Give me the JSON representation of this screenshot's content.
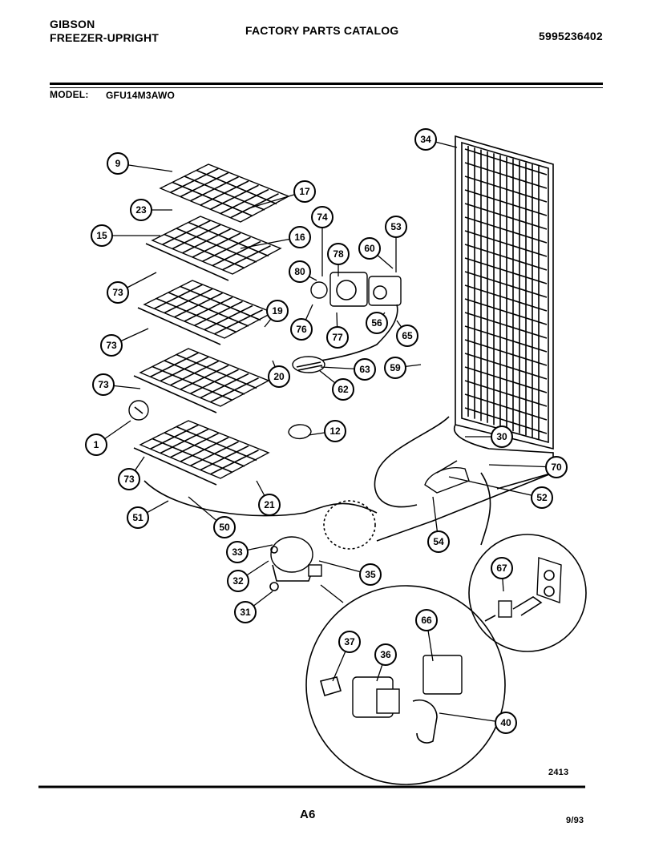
{
  "header": {
    "brand": "GIBSON",
    "product": "FREEZER-UPRIGHT",
    "catalog_title": "FACTORY PARTS CATALOG",
    "catalog_number": "5995236402",
    "model_label": "MODEL:",
    "model_value": "GFU14M3AWO"
  },
  "footer": {
    "diagram_code": "2413",
    "page": "A6",
    "date": "9/93"
  },
  "callouts": [
    "9",
    "23",
    "15",
    "73",
    "17",
    "16",
    "74",
    "78",
    "60",
    "53",
    "80",
    "19",
    "76",
    "77",
    "56",
    "65",
    "73",
    "63",
    "59",
    "20",
    "62",
    "73",
    "1",
    "12",
    "30",
    "73",
    "70",
    "21",
    "52",
    "51",
    "50",
    "54",
    "33",
    "35",
    "32",
    "31",
    "67",
    "37",
    "36",
    "66",
    "40",
    "34"
  ]
}
